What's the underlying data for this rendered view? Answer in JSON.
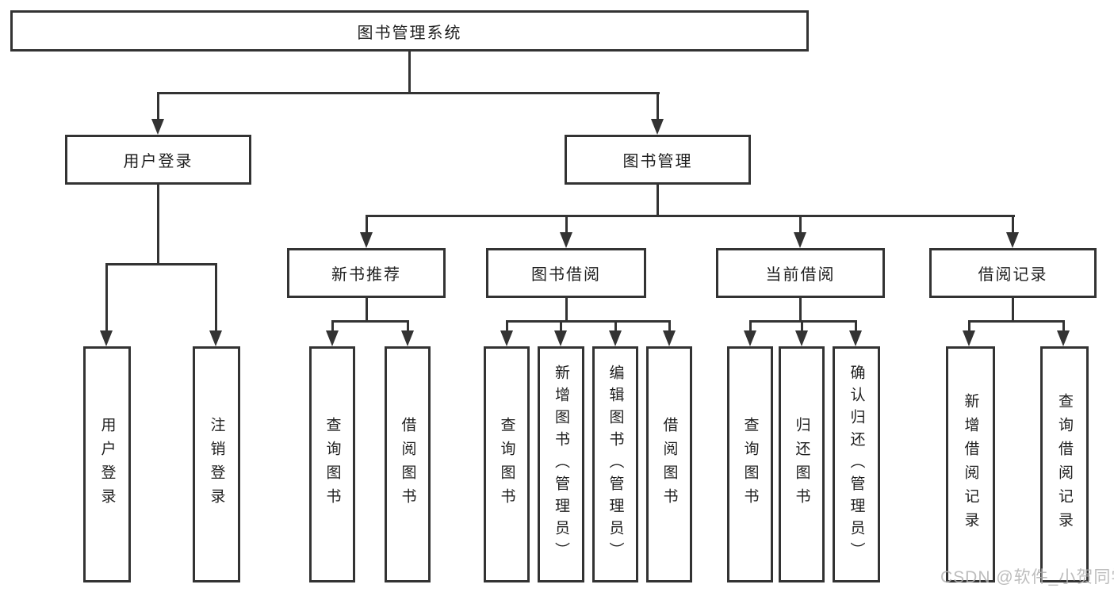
{
  "diagram": {
    "root": "图书管理系统",
    "user_login": {
      "label": "用户登录",
      "children": [
        "用户登录",
        "注销登录"
      ]
    },
    "book_mgmt": {
      "label": "图书管理",
      "sections": [
        {
          "label": "新书推荐",
          "children": [
            "查询图书",
            "借阅图书"
          ]
        },
        {
          "label": "图书借阅",
          "children": [
            "查询图书",
            "新增图书（管理员）",
            "编辑图书（管理员）",
            "借阅图书"
          ]
        },
        {
          "label": "当前借阅",
          "children": [
            "查询图书",
            "归还图书",
            "确认归还（管理员）"
          ]
        },
        {
          "label": "借阅记录",
          "children": [
            "新增借阅记录",
            "查询借阅记录"
          ]
        }
      ]
    }
  },
  "watermark": "CSDN @软件_小贺同学",
  "colors": {
    "line": "#333333",
    "text": "#1f1f1f",
    "watermark": "#b2b2b2",
    "background": "#ffffff"
  }
}
